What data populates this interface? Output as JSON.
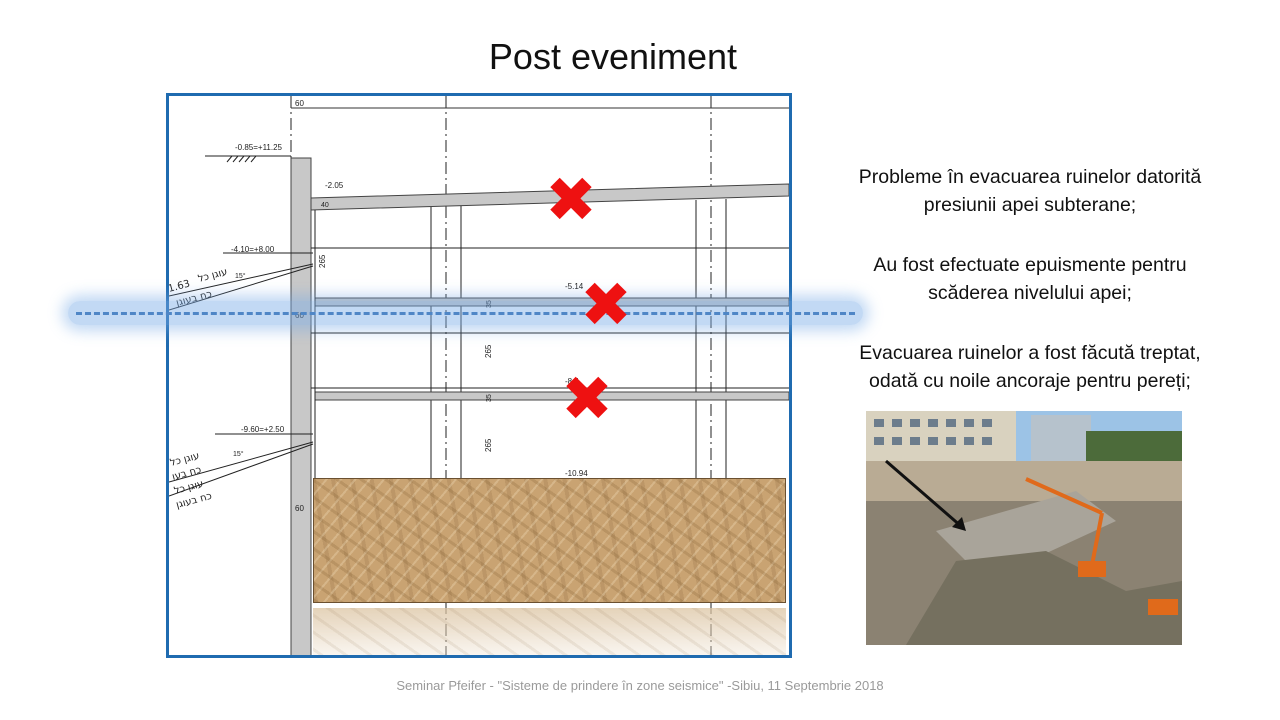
{
  "slide": {
    "title": "Post eveniment",
    "footer": "Seminar Pfeifer - \"Sisteme de prindere în zone seismice\" -Sibiu, 11 Septembrie 2018"
  },
  "drawing": {
    "labels": {
      "top_dim": "60",
      "level_ground": "-0.85=+11.25",
      "level_slab_top": "-2.05",
      "slab_thickness": "40",
      "level_anchor_1": "-4.10=+8.00",
      "anchor_1_angle": "15°",
      "story_height_1": "265",
      "level_slab_2": "-5.14",
      "slab_2_thickness": "35",
      "wall_thickness": "60",
      "story_height_2": "265",
      "level_slab_3": "-8.4",
      "slab_3_thickness": "35",
      "level_anchor_2": "-9.60=+2.50",
      "anchor_2_angle": "15°",
      "story_height_3": "265",
      "level_bottom": "-10.94",
      "wall_thickness_bottom": "60",
      "anchor_1_text_a": "עוגן כל",
      "anchor_1_text_b": "1.63",
      "anchor_1_text_c": "כח בעוגן",
      "anchor_2_text_a": "עוגן כל",
      "anchor_2_text_b": "כח בעו",
      "anchor_2_text_c": "עוגן כל",
      "anchor_2_text_d": "כח בעוגן"
    }
  },
  "markers": {
    "symbol": "✖",
    "color": "#ee1111"
  },
  "info_text": {
    "p1_line1": "Probleme în evacuarea ruinelor datorită",
    "p1_line2": "presiunii apei subterane;",
    "p2_line1": "Au fost efectuate epuismente pentru",
    "p2_line2": "scăderea nivelului apei;",
    "p3_line1": "Evacuarea ruinelor a fost făcută treptat,",
    "p3_line2": "odată cu noile ancoraje pentru pereți;"
  },
  "colors": {
    "frame": "#1f6bb0",
    "water": "#4f86c6",
    "concrete": "#c8c8c8"
  }
}
